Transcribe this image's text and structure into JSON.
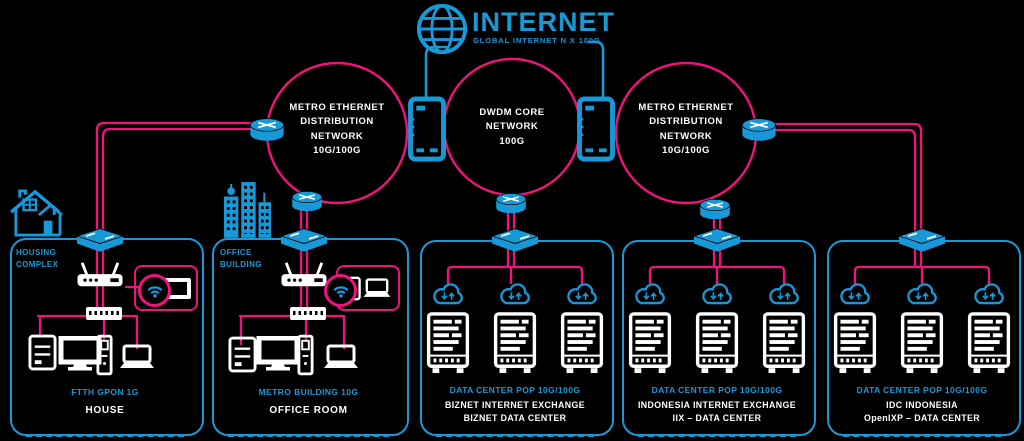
{
  "colors": {
    "blue": "#1799D8",
    "pink": "#F1127E",
    "white": "#FFFFFF",
    "background": "#000000"
  },
  "header": {
    "title": "INTERNET",
    "subtitle": "GLOBAL INTERNET N X 100G"
  },
  "network_clouds": {
    "metro_left": "METRO ETHERNET\nDISTRIBUTION\nNETWORK\n10G/100G",
    "dwdm_core": "DWDM CORE\nNETWORK\n100G",
    "metro_right": "METRO ETHERNET\nDISTRIBUTION\nNETWORK\n10G/100G"
  },
  "sites": {
    "housing": {
      "area": "HOUSING\nCOMPLEX",
      "link": "FTTH GPON 1G",
      "name": "HOUSE"
    },
    "office": {
      "area": "OFFICE\nBUILDING",
      "link": "METRO BUILDING 10G",
      "name": "OFFICE ROOM"
    },
    "dc1": {
      "link": "DATA CENTER POP 10G/100G",
      "name": "BIZNET INTERNET EXCHANGE\nBIZNET DATA CENTER"
    },
    "dc2": {
      "link": "DATA CENTER POP 10G/100G",
      "name": "INDONESIA INTERNET EXCHANGE\nIIX – DATA CENTER"
    },
    "dc3": {
      "link": "DATA CENTER POP 10G/100G",
      "name": "IDC INDONESIA\nOpenIXP – DATA CENTER"
    }
  }
}
